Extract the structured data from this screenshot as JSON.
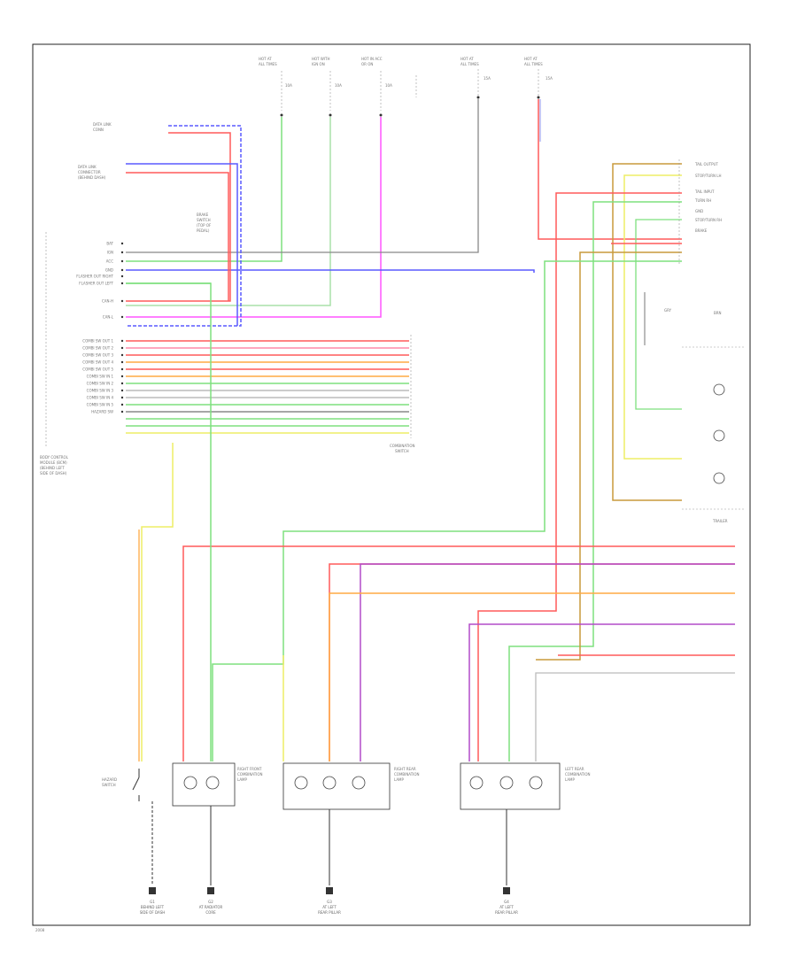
{
  "colors": {
    "red": "#ff5a5a",
    "pink": "#ff8aa8",
    "blue": "#5a5aff",
    "green": "#7ee07e",
    "yellow": "#eeee66",
    "orange": "#ffaa44",
    "purple": "#b24bc8",
    "magenta": "#ff55ff",
    "brown": "#c89a3c",
    "gray": "#888888",
    "lightgray": "#bbbbbb"
  },
  "fuses": [
    {
      "name": "fuse-1",
      "line1": "HOT AT",
      "line2": "ALL TIMES",
      "amp": "10A"
    },
    {
      "name": "fuse-2",
      "line1": "HOT WITH",
      "line2": "IGN ON",
      "amp": "10A"
    },
    {
      "name": "fuse-3",
      "line1": "HOT IN ACC",
      "line2": "OR ON",
      "amp": "10A"
    },
    {
      "name": "fuse-4",
      "line1": "HOT AT",
      "line2": "ALL TIMES",
      "amp": "15A"
    },
    {
      "name": "fuse-5",
      "line1": "HOT AT",
      "line2": "ALL TIMES",
      "amp": "15A"
    }
  ],
  "bcm": {
    "title_lines": [
      "BODY CONTROL",
      "MODULE (BCM)",
      "(BEHIND LEFT",
      "SIDE OF DASH)"
    ],
    "pins": [
      "BAT",
      "IGN",
      "ACC",
      "GND",
      "FLASHER OUT RIGHT",
      "FLASHER OUT LEFT",
      "CAN-H",
      "CAN-L",
      "COMBI SW OUT 1",
      "COMBI SW OUT 2",
      "COMBI SW OUT 3",
      "COMBI SW OUT 4",
      "COMBI SW OUT 5",
      "COMBI SW IN 1",
      "COMBI SW IN 2",
      "COMBI SW IN 3",
      "COMBI SW IN 4",
      "COMBI SW IN 5",
      "HAZARD SW"
    ]
  },
  "combi_switch": {
    "title_lines": [
      "COMBINATION",
      "SWITCH"
    ]
  },
  "trailer": {
    "title": "TRAILER",
    "labels": [
      "TAIL OUTPUT",
      "STOP/TURN LH",
      "TAIL INPUT",
      "TURN RH",
      "GND",
      "STOP/TURN RH",
      "BRAKE"
    ]
  },
  "bottom_components": [
    {
      "name": "hazard-switch",
      "lines": [
        "HAZARD",
        "SWITCH"
      ]
    },
    {
      "name": "front-turn-lamp",
      "lines": [
        "RIGHT FRONT",
        "COMBINATION",
        "LAMP"
      ]
    },
    {
      "name": "right-rear-lamp",
      "lines": [
        "RIGHT REAR",
        "COMBINATION",
        "LAMP"
      ]
    },
    {
      "name": "left-rear-lamp",
      "lines": [
        "LEFT REAR",
        "COMBINATION",
        "LAMP"
      ]
    }
  ],
  "grounds": [
    {
      "name": "ground-left",
      "lines": [
        "G1",
        "BEHIND LEFT",
        "SIDE OF DASH"
      ]
    },
    {
      "name": "ground-front",
      "lines": [
        "G2",
        "AT RADIATOR",
        "CORE"
      ]
    },
    {
      "name": "ground-mid",
      "lines": [
        "G3",
        "AT LEFT",
        "REAR PILLAR"
      ]
    },
    {
      "name": "ground-right",
      "lines": [
        "G4",
        "AT LEFT",
        "REAR PILLAR"
      ]
    }
  ],
  "footer": "2008"
}
